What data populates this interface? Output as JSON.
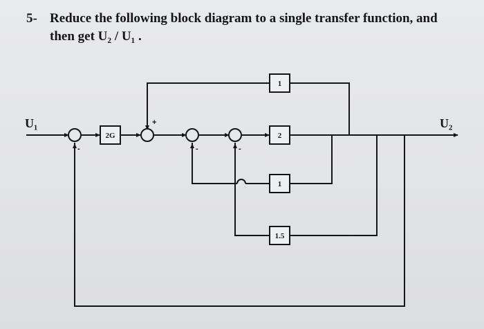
{
  "question": {
    "number": "5-",
    "line1": "Reduce the following block diagram to a single transfer function, and",
    "line2": "then get  U₂ / U₁ ."
  },
  "diagram": {
    "input_label": "U₁",
    "output_label": "U₂",
    "blocks": {
      "forward_gain": "2G",
      "top_feedback": "1",
      "forward_two": "2",
      "inner_feedback": "1",
      "outer_feedback": "1.5"
    },
    "signs": {
      "sum1_minus": "-",
      "sum2_plus": "+",
      "sum3_minus": "-",
      "sum4_minus": "-"
    }
  }
}
